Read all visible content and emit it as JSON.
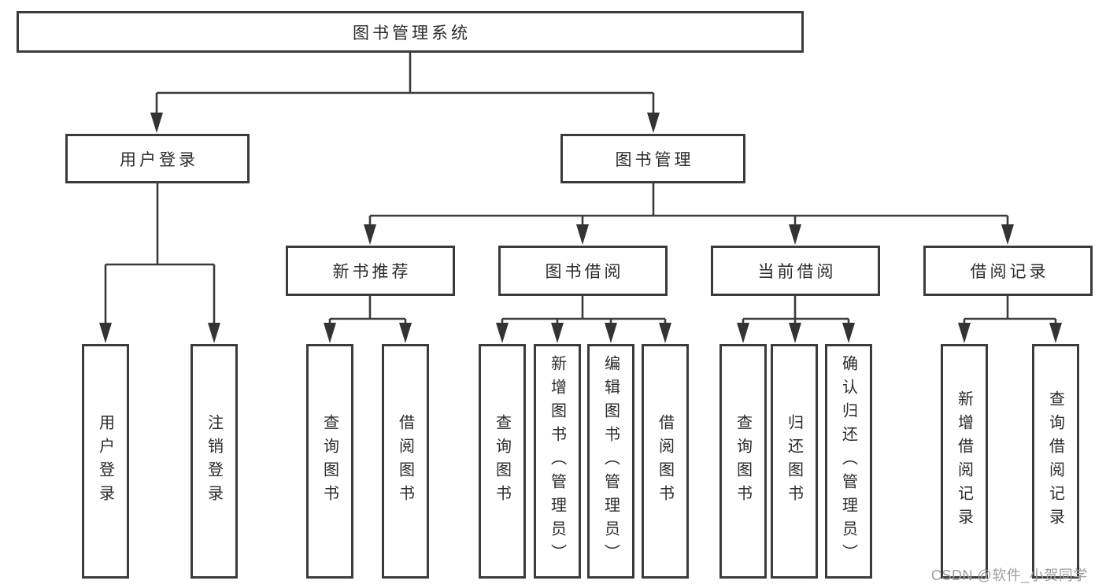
{
  "title": "图书管理系统",
  "colors": {
    "background": "#ffffff",
    "line": "#3b3b3b",
    "box_border": "#3b3b3b",
    "box_fill": "#ffffff",
    "text": "#2b2b2b",
    "watermark": "#9e9e9e"
  },
  "nodes": {
    "root": {
      "label": "图书管理系统"
    },
    "level2": [
      {
        "id": "user-login",
        "label": "用户登录"
      },
      {
        "id": "book-management",
        "label": "图书管理"
      }
    ],
    "level3": [
      {
        "id": "new-book-recommendation",
        "label": "新书推荐",
        "parent": "图书管理"
      },
      {
        "id": "book-borrowing",
        "label": "图书借阅",
        "parent": "图书管理"
      },
      {
        "id": "current-borrowing",
        "label": "当前借阅",
        "parent": "图书管理"
      },
      {
        "id": "borrowing-records",
        "label": "借阅记录",
        "parent": "图书管理"
      }
    ],
    "leaves": [
      {
        "label": "用户登录",
        "parent": "用户登录"
      },
      {
        "label": "注销登录",
        "parent": "用户登录"
      },
      {
        "label": "查询图书",
        "parent": "新书推荐"
      },
      {
        "label": "借阅图书",
        "parent": "新书推荐"
      },
      {
        "label": "查询图书",
        "parent": "图书借阅"
      },
      {
        "label": "新增图书（管理员）",
        "parent": "图书借阅"
      },
      {
        "label": "编辑图书（管理员）",
        "parent": "图书借阅"
      },
      {
        "label": "借阅图书",
        "parent": "图书借阅"
      },
      {
        "label": "查询图书",
        "parent": "当前借阅"
      },
      {
        "label": "归还图书",
        "parent": "当前借阅"
      },
      {
        "label": "确认归还（管理员）",
        "parent": "当前借阅"
      },
      {
        "label": "新增借阅记录",
        "parent": "借阅记录"
      },
      {
        "label": "查询借阅记录",
        "parent": "借阅记录"
      }
    ]
  },
  "watermark": {
    "text": "CSDN @软件_小贺同学"
  }
}
